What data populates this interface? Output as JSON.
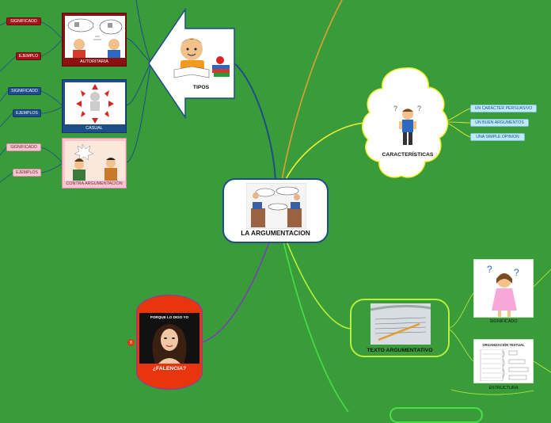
{
  "central": {
    "title": "LA ARGUMENTACION"
  },
  "tipos": {
    "label": "TIPOS",
    "items": [
      {
        "caption": "AUTORITARIA",
        "pills": [
          "SIGNIFICADO",
          "EJEMPLO"
        ]
      },
      {
        "caption": "CASUAL",
        "pills": [
          "SIGNIFICADO",
          "EJEMPLOS"
        ]
      },
      {
        "caption": "CONTRA ARGUMENTACIÓN",
        "pills": [
          "SIGNIFICADO",
          "EJEMPLOS"
        ]
      }
    ]
  },
  "caracteristicas": {
    "label": "CARACTERÍSTICAS",
    "items": [
      "UN CARÁCTER PERSUASIVO",
      "UN BUEN ARGUMENTOS",
      "UNA SIMPLE OPINION"
    ]
  },
  "texto": {
    "label": "TEXTO ARGUMENTATIVO",
    "items": [
      {
        "caption": "SIGNIFICADO"
      },
      {
        "caption": "ESTRUCTURA",
        "image_title": "ORGANIZACIÓN TEXTUAL"
      }
    ]
  },
  "falencia": {
    "label": "¿FALENCIA?",
    "image_title": "PORQUE LO DIGO YO",
    "badge": "8"
  },
  "colors": {
    "background": "#3a9b3a",
    "tipos_link": "#1d4e89",
    "caracteristicas_link": "#f2f230",
    "texto_link": "#b8f03a",
    "falencia_link": "#7b3fb5",
    "top_link": "#e0a030",
    "falencia_fill": "#e8350e"
  }
}
